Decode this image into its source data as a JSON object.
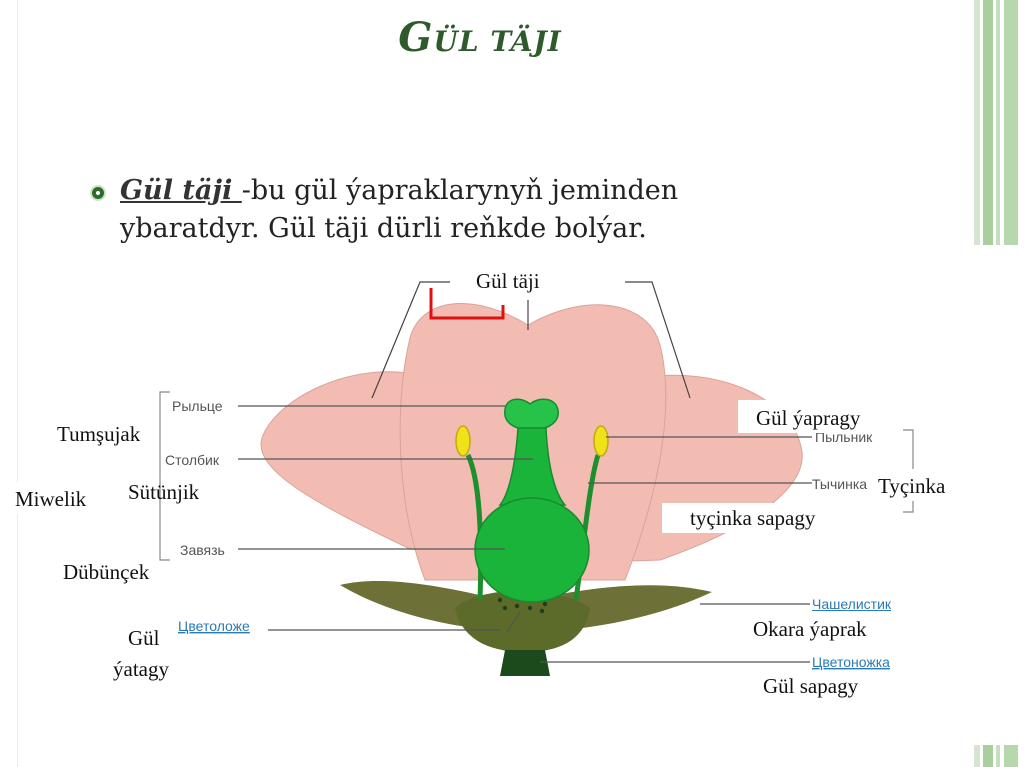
{
  "slide": {
    "title_initial": "G",
    "title_rest": "ÜL TÄJI",
    "bullet_term": "Gül täji ",
    "bullet_text": "-bu gül ýapraklarynyň jeminden ybaratdyr. Gül täji dürli reňkde bolýar."
  },
  "labels": {
    "corolla": "Gül täji",
    "stigma": "Tumşujak",
    "style": "Sütünjik",
    "pistil": "Miwelik",
    "ovary": "Dübünçek",
    "receptacle_1": "Gül",
    "receptacle_2": "ýatagy",
    "petal": "Gül ýapragy",
    "stamen": "Tyçinka",
    "filament": "tyçinka sapagy",
    "sepal": "Okara ýaprak",
    "pedicel": "Gül sapagy"
  },
  "russian_labels": {
    "stigma": "Рыльце",
    "style": "Столбик",
    "ovary": "Завязь",
    "receptacle": "Цветоложе",
    "anther": "Пыльник",
    "filament": "Тычинка",
    "sepal": "Чашелистик",
    "pedicel": "Цветоножка"
  },
  "colors": {
    "title": "#2e5b2c",
    "petal": "#f3bcb3",
    "pistil": "#1bb43b",
    "sepal": "#6d7138",
    "leader_red": "#e01010"
  }
}
